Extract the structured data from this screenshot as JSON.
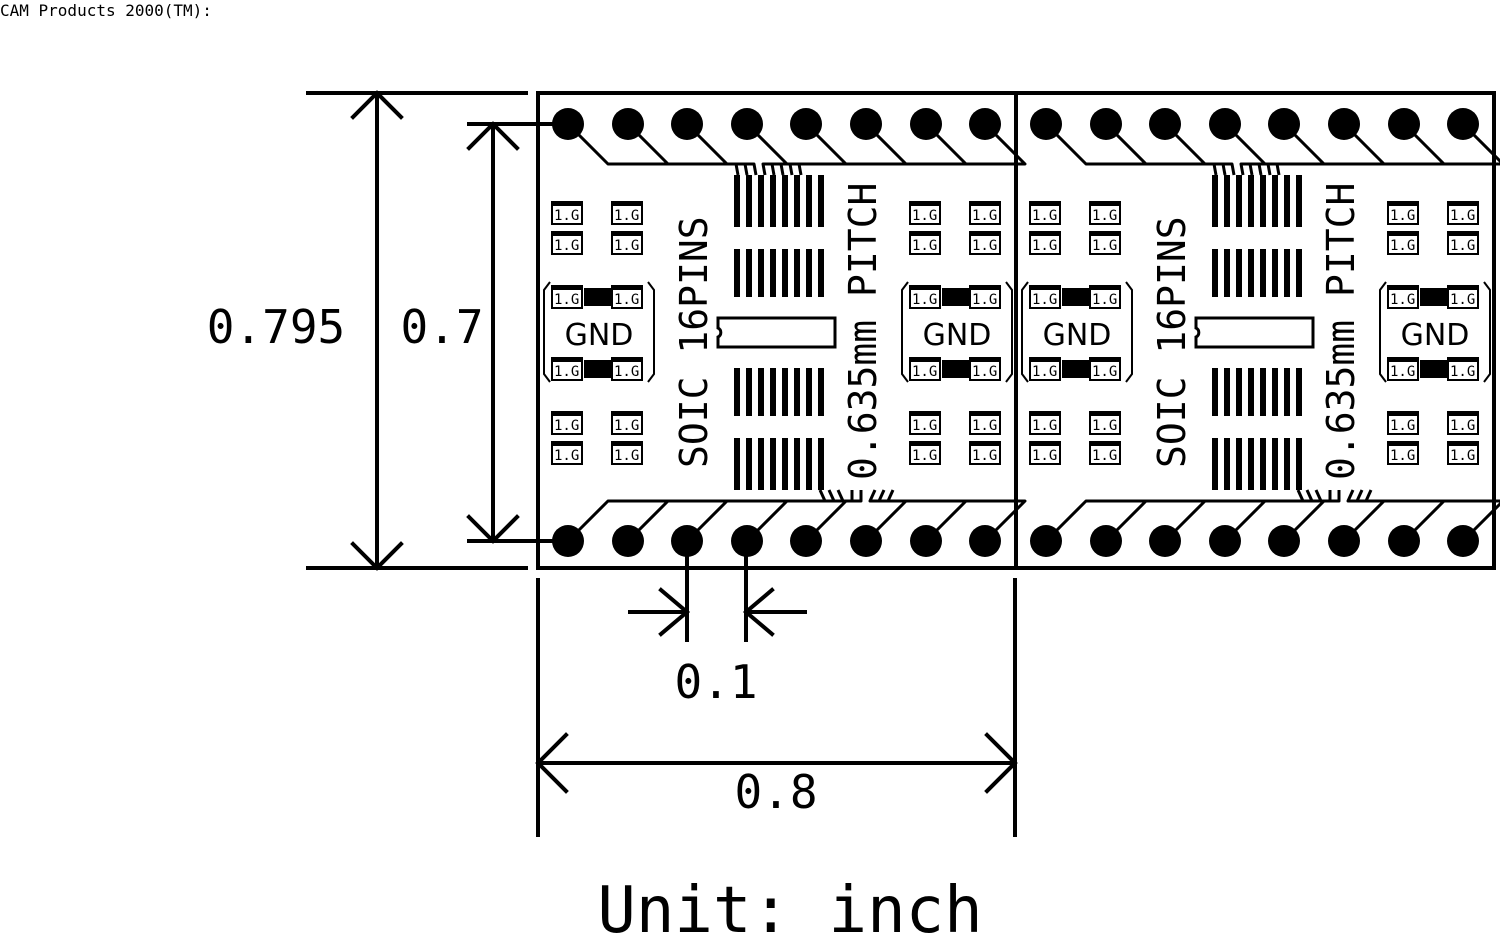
{
  "header": {
    "text": "CAM Products 2000(TM):"
  },
  "dimensions": {
    "outer_height": "0.795",
    "pin_row_spacing": "0.7",
    "pin_pitch": "0.1",
    "board_width": "0.8"
  },
  "boards": [
    {
      "package_label": "SOIC 16PINS",
      "pitch_label": "0.635mm PITCH",
      "pad_label": "1.G",
      "gnd_label": "GND"
    },
    {
      "package_label": "SOIC 16PINS",
      "pitch_label": "0.635mm PITCH",
      "pad_label": "1.G",
      "gnd_label": "GND"
    }
  ],
  "footer": {
    "unit_label": "Unit: inch"
  }
}
